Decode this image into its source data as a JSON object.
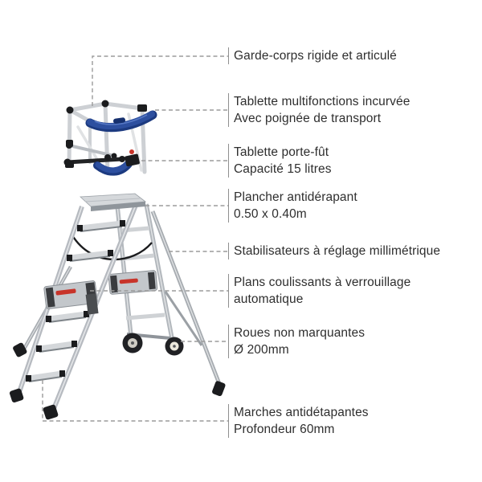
{
  "page": {
    "background": "#ffffff",
    "type": "product-feature-diagram",
    "subject": "telescopic-platform-ladder"
  },
  "colors": {
    "accent_blue": "#2d4f9f",
    "accent_blue_dark": "#1c3a80",
    "accent_red": "#c8342a",
    "aluminum": "#c6c9cd",
    "aluminum_dark": "#8f949a",
    "joint_black": "#1b1c1e",
    "callout_line": "#9b9b9b",
    "label_text": "#2e2e2e",
    "label_bar": "#8f8f8f"
  },
  "annotations": [
    {
      "line1": "Garde-corps rigide et articulé",
      "line2": ""
    },
    {
      "line1": "Tablette multifonctions incurvée",
      "line2": "Avec poignée de transport"
    },
    {
      "line1": "Tablette porte-fût",
      "line2": "Capacité 15 litres"
    },
    {
      "line1": "Plancher antidérapant",
      "line2": "0.50 x 0.40m"
    },
    {
      "line1": "Stabilisateurs à réglage millimétrique",
      "line2": ""
    },
    {
      "line1": "Plans coulissants à verrouillage",
      "line2": "automatique"
    },
    {
      "line1": "Roues non marquantes",
      "line2": "Ø 200mm"
    },
    {
      "line1": "Marches antidétapantes",
      "line2": "Profondeur 60mm"
    }
  ]
}
